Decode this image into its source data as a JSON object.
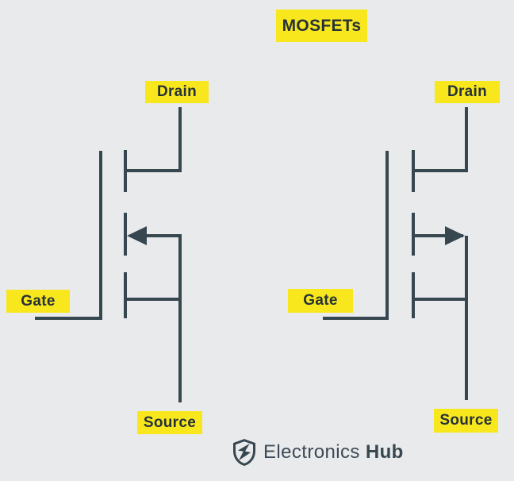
{
  "title": "MOSFETs",
  "colors": {
    "background": "#e9eaec",
    "label_yellow": "#f8e71c",
    "line_dark": "#37474f",
    "text_dark": "#263238"
  },
  "left_mosfet": {
    "drain_label": "Drain",
    "gate_label": "Gate",
    "source_label": "Source"
  },
  "right_mosfet": {
    "drain_label": "Drain",
    "gate_label": "Gate",
    "source_label": "Source"
  },
  "footer": {
    "icon": "shield-bolt-icon",
    "brand_name_regular": "Electronics",
    "brand_name_bold": "Hub"
  }
}
